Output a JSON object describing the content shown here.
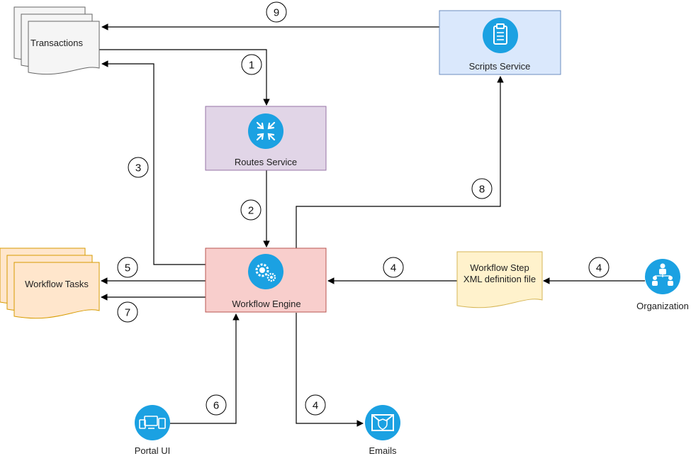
{
  "nodes": {
    "transactions": {
      "label": "Transactions",
      "type": "document-stack",
      "fill": "#f5f5f5",
      "stroke": "#666666"
    },
    "scripts_service": {
      "label": "Scripts Service",
      "type": "service",
      "fill": "#dae8fc",
      "stroke": "#6c8ebf",
      "icon": "clipboard-icon"
    },
    "routes_service": {
      "label": "Routes Service",
      "type": "service",
      "fill": "#e1d5e7",
      "stroke": "#9673a6",
      "icon": "routes-arrows-icon"
    },
    "workflow_engine": {
      "label": "Workflow Engine",
      "type": "service",
      "fill": "#f8cecc",
      "stroke": "#b85450",
      "icon": "gears-icon"
    },
    "workflow_tasks": {
      "label": "Workflow Tasks",
      "type": "document-stack",
      "fill": "#ffe6cc",
      "stroke": "#d79b00"
    },
    "workflow_step_file": {
      "label_line1": "Workflow Step",
      "label_line2": "XML definition file",
      "type": "document",
      "fill": "#fff2cc",
      "stroke": "#d6b656"
    },
    "organization": {
      "label": "Organization",
      "type": "icon",
      "icon": "organization-icon"
    },
    "portal_ui": {
      "label": "Portal UI",
      "type": "icon",
      "icon": "devices-icon"
    },
    "emails": {
      "label": "Emails",
      "type": "icon",
      "icon": "mail-shield-icon"
    }
  },
  "steps": [
    "1",
    "2",
    "3",
    "4",
    "4",
    "4",
    "5",
    "6",
    "7",
    "8",
    "9"
  ],
  "edges": [
    {
      "from": "transactions",
      "to": "routes_service",
      "step": "1"
    },
    {
      "from": "routes_service",
      "to": "workflow_engine",
      "step": "2"
    },
    {
      "from": "workflow_engine",
      "to": "transactions",
      "step": "3"
    },
    {
      "from": "workflow_step_file",
      "to": "workflow_engine",
      "step": "4"
    },
    {
      "from": "organization",
      "to": "workflow_step_file",
      "step": "4"
    },
    {
      "from": "workflow_engine",
      "to": "emails",
      "step": "4"
    },
    {
      "from": "workflow_engine",
      "to": "workflow_tasks",
      "step": "5"
    },
    {
      "from": "portal_ui",
      "to": "workflow_engine",
      "step": "6"
    },
    {
      "from": "workflow_engine",
      "to": "workflow_tasks",
      "step": "7"
    },
    {
      "from": "workflow_engine",
      "to": "scripts_service",
      "step": "8"
    },
    {
      "from": "scripts_service",
      "to": "transactions",
      "step": "9"
    }
  ],
  "colors": {
    "icon_blue": "#1ba1e2",
    "edge": "#000000"
  }
}
